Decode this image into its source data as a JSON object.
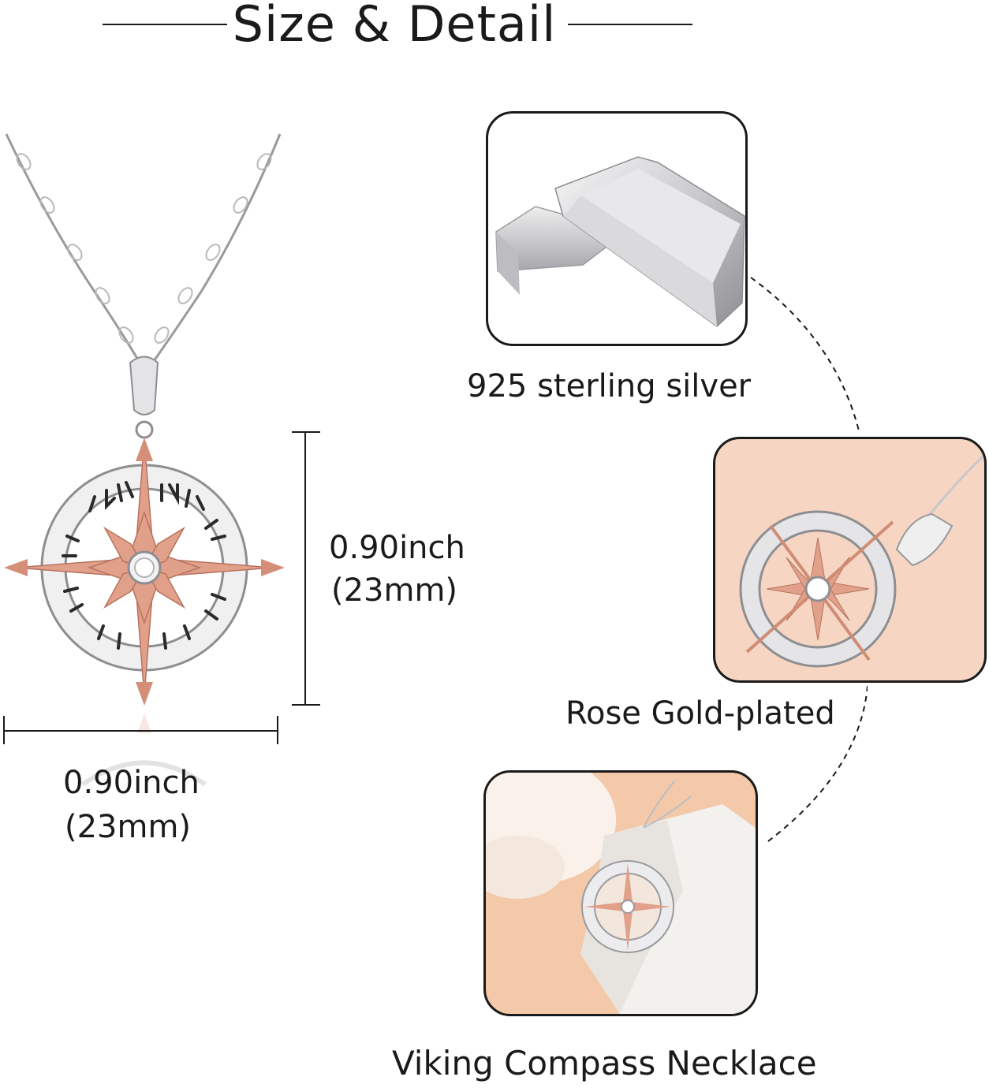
{
  "header": {
    "title": "Size & Detail"
  },
  "dimensions": {
    "height_inch": "0.90inch",
    "height_mm": "(23mm)",
    "width_inch": "0.90inch",
    "width_mm": "(23mm)"
  },
  "features": [
    {
      "label": "925 sterling silver",
      "icon": "silver-bars"
    },
    {
      "label": "Rose Gold-plated",
      "icon": "compass-pendant-closeup"
    },
    {
      "label": "Viking Compass Necklace",
      "icon": "necklace-on-stone"
    }
  ],
  "colors": {
    "rose_gold": "#e0a08a",
    "silver": "#d9d9db",
    "text": "#1a1a1a",
    "peach_bg": "#f6d6c2"
  }
}
